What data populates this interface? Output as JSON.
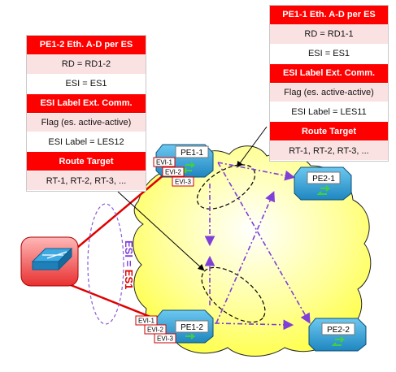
{
  "left_box": {
    "rows": [
      {
        "text": "PE1-2 Eth. A-D per ES",
        "style": "red"
      },
      {
        "text": "RD = RD1-2",
        "style": "pink"
      },
      {
        "text": "ESI = ES1",
        "style": "white"
      },
      {
        "text": "ESI Label Ext. Comm.",
        "style": "red"
      },
      {
        "text": "Flag (es. active-active)",
        "style": "pink"
      },
      {
        "text": "ESI Label = LES12",
        "style": "white"
      },
      {
        "text": "Route Target",
        "style": "red"
      },
      {
        "text": "RT-1, RT-2, RT-3, ...",
        "style": "pink"
      }
    ]
  },
  "right_box": {
    "rows": [
      {
        "text": "PE1-1 Eth. A-D per ES",
        "style": "red"
      },
      {
        "text": "RD = RD1-1",
        "style": "pink"
      },
      {
        "text": "ESI = ES1",
        "style": "white"
      },
      {
        "text": "ESI Label Ext. Comm.",
        "style": "red"
      },
      {
        "text": "Flag (es. active-active)",
        "style": "pink"
      },
      {
        "text": "ESI Label = LES11",
        "style": "white"
      },
      {
        "text": "Route Target",
        "style": "red"
      },
      {
        "text": "RT-1, RT-2, RT-3, ...",
        "style": "pink"
      }
    ]
  },
  "routers": {
    "pe1_1": "PE1-1",
    "pe1_2": "PE1-2",
    "pe2_1": "PE2-1",
    "pe2_2": "PE2-2"
  },
  "evi_tags": {
    "pe1_1": [
      "EVI-1",
      "EVI-2",
      "EVI-3"
    ],
    "pe1_2": [
      "EVI-1",
      "EVI-2",
      "EVI-3"
    ]
  },
  "esi_label": {
    "prefix": "ESI = ",
    "value": "ES1"
  },
  "colors": {
    "route_red": "#ff0000",
    "row_pink": "#fbe2e2",
    "cloud_yellow": "#ffff66",
    "router_blue": "#2fa0d8",
    "arrow_purple": "#7f3fd8",
    "link_red": "#e00000"
  }
}
